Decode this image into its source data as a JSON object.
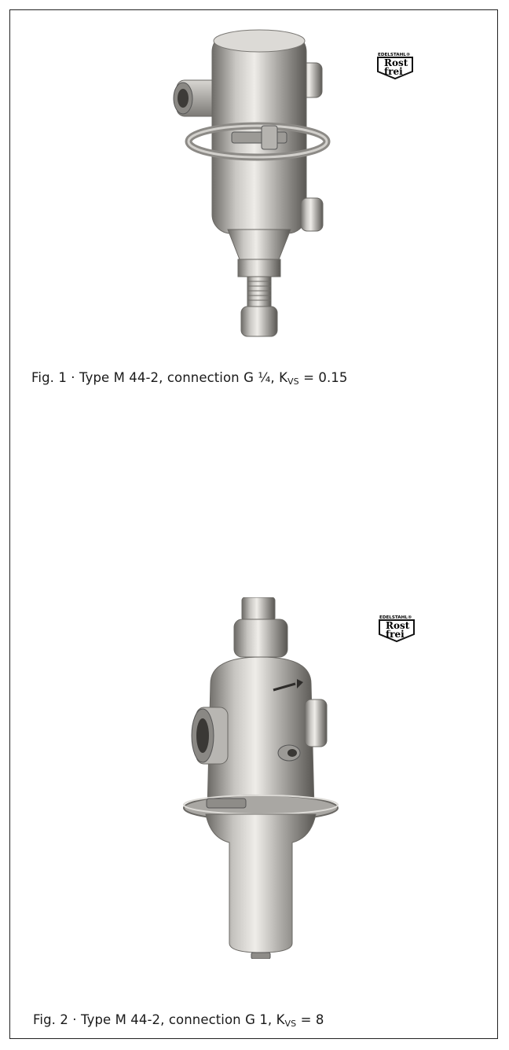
{
  "figures": [
    {
      "caption_prefix": "Fig. 1 · Type M 44-2, connection G ¼, K",
      "caption_sub": "VS",
      "caption_suffix": " = 0.15",
      "badge": {
        "line1": "EDELSTAHL®",
        "line2": "Rost",
        "line3": "frei"
      }
    },
    {
      "caption_prefix": "Fig. 2 · Type M 44-2, connection G 1, K",
      "caption_sub": "VS",
      "caption_suffix": " = 8",
      "badge": {
        "line1": "EDELSTAHL®",
        "line2": "Rost",
        "line3": "frei"
      }
    }
  ]
}
